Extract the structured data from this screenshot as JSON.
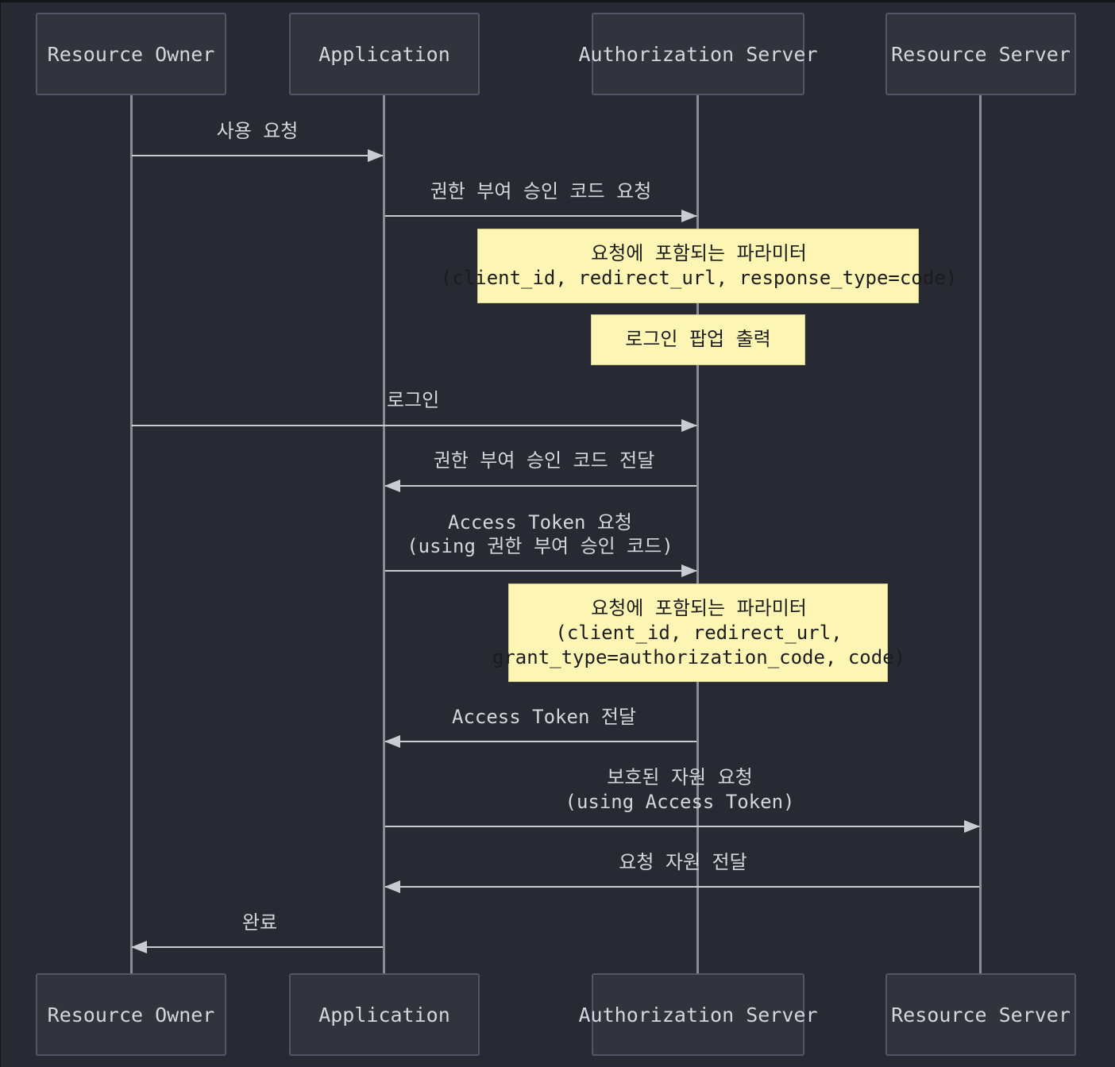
{
  "participants": [
    {
      "id": "owner",
      "label": "Resource Owner"
    },
    {
      "id": "app",
      "label": "Application"
    },
    {
      "id": "auth",
      "label": "Authorization Server"
    },
    {
      "id": "res",
      "label": "Resource Server"
    }
  ],
  "messages": [
    {
      "from": "owner",
      "to": "app",
      "label": "사용 요청"
    },
    {
      "from": "app",
      "to": "auth",
      "label": "권한 부여 승인 코드 요청"
    },
    {
      "from": "owner",
      "to": "auth",
      "label": "로그인"
    },
    {
      "from": "auth",
      "to": "app",
      "label": "권한 부여 승인 코드 전달"
    },
    {
      "from": "app",
      "to": "auth",
      "label_line1": "Access Token 요청",
      "label_line2": "(using 권한 부여 승인 코드)"
    },
    {
      "from": "auth",
      "to": "app",
      "label": "Access Token 전달"
    },
    {
      "from": "app",
      "to": "res",
      "label_line1": "보호된 자원 요청",
      "label_line2": "(using Access Token)"
    },
    {
      "from": "res",
      "to": "app",
      "label": "요청 자원 전달"
    },
    {
      "from": "app",
      "to": "owner",
      "label": "완료"
    }
  ],
  "notes": [
    {
      "over": "auth",
      "line1": "요청에 포함되는 파라미터",
      "line2": "(client_id, redirect_url, response_type=code)"
    },
    {
      "over": "auth",
      "line1": "로그인 팝업 출력"
    },
    {
      "over": "auth",
      "line1": "요청에 포함되는 파라미터",
      "line2": "(client_id, redirect_url,",
      "line3": "grant_type=authorization_code, code)"
    }
  ],
  "colors": {
    "background": "#282a33",
    "actor_fill": "#31333d",
    "actor_border": "#53566a",
    "line": "#8a8c96",
    "text": "#d4d6de",
    "note_fill": "#fdf5b4"
  }
}
